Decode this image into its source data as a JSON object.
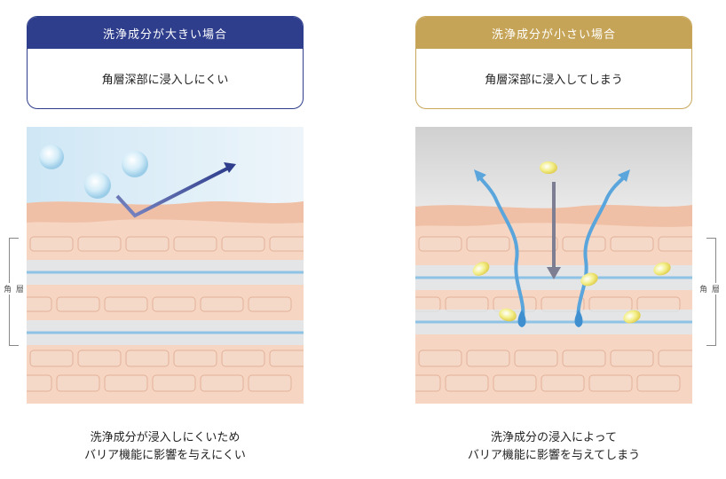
{
  "left": {
    "header": "洗浄成分が大きい場合",
    "body": "角層深部に浸入しにくい",
    "caption": [
      "洗浄成分が浸入しにくいため",
      "バリア機能に影響を与えにくい"
    ]
  },
  "right": {
    "header": "洗浄成分が小さい場合",
    "body": "角層深部に浸入してしまう",
    "caption": [
      "洗浄成分の浸入によって",
      "バリア機能に影響を与えてしまう"
    ]
  },
  "layer_label": "角 層",
  "colors": {
    "left_accent": "#2e3e8c",
    "right_accent": "#c6a457",
    "skin": "#f3cdb6",
    "membrane": "#8ec3e6"
  }
}
